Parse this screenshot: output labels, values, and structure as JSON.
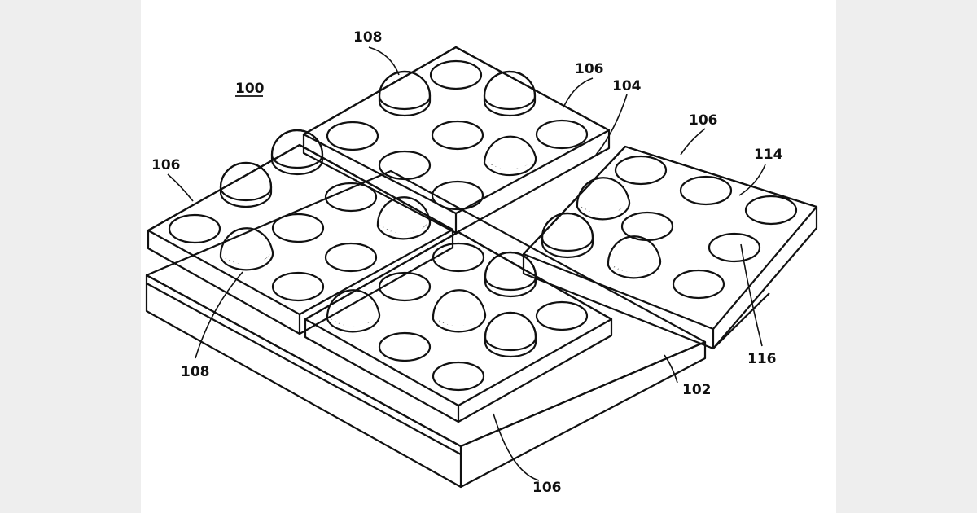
{
  "figure": {
    "title_ref": "100",
    "labels": {
      "l108_top": "108",
      "l106_top": "106",
      "l104": "104",
      "l106_right": "106",
      "l114": "114",
      "l106_left": "106",
      "l116": "116",
      "l102": "102",
      "l108_bottom": "108",
      "l106_bottom": "106"
    }
  },
  "colors": {
    "line": "#111111",
    "face": "#ffffff",
    "page_margin": "#eeeeee"
  }
}
